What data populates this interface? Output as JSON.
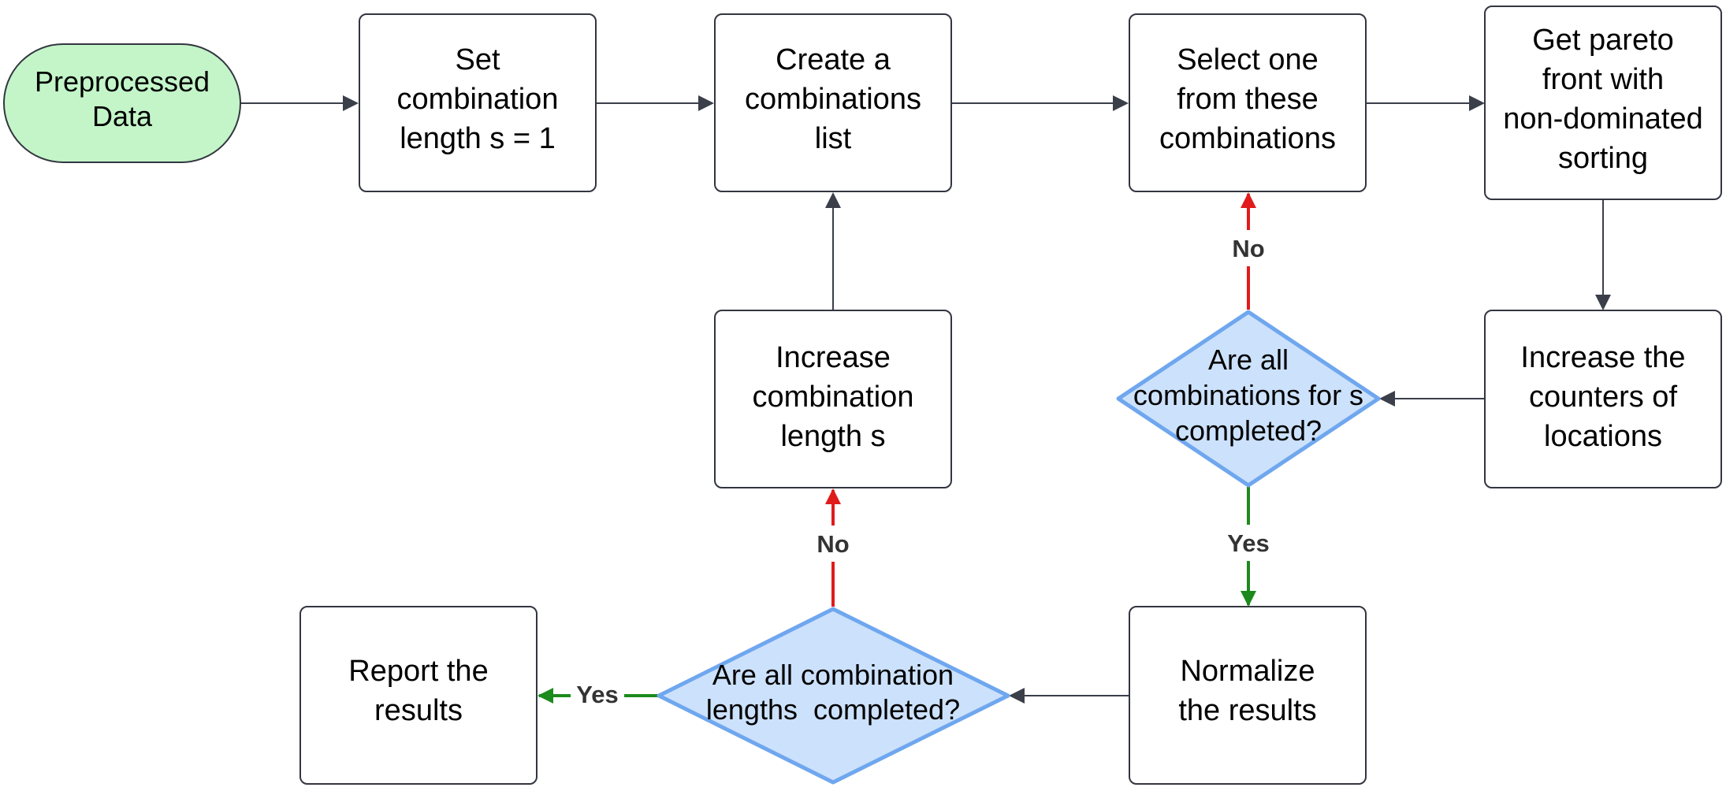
{
  "nodes": {
    "preprocessed_data": [
      "Preprocessed",
      "Data"
    ],
    "set_length": [
      "Set",
      "combination",
      "length s = 1"
    ],
    "create_list": [
      "Create a",
      "combinations",
      "list"
    ],
    "select_one": [
      "Select one",
      "from these",
      "combinations"
    ],
    "pareto_front": [
      "Get pareto",
      "front with",
      "non-dominated",
      "sorting"
    ],
    "increase_counters": [
      "Increase the",
      "counters of",
      "locations"
    ],
    "all_combinations_done": [
      "Are all",
      "combinations for s",
      "completed?"
    ],
    "increase_length": [
      "Increase",
      "combination",
      "length s"
    ],
    "normalize": [
      "Normalize",
      "the results"
    ],
    "all_lengths_done": [
      "Are all combination",
      "lengths  completed?"
    ],
    "report": [
      "Report the",
      "results"
    ]
  },
  "edge_labels": {
    "no_combinations": "No",
    "yes_combinations": "Yes",
    "no_lengths": "No",
    "yes_lengths": "Yes"
  },
  "colors": {
    "terminator_fill": "#c3f5c8",
    "decision_fill": "#cce1fb",
    "decision_stroke": "#6fa7ef",
    "box_stroke": "#333640",
    "arrow_default": "#3a3f4a",
    "arrow_no": "#e01b1b",
    "arrow_yes": "#1c8a1c"
  }
}
